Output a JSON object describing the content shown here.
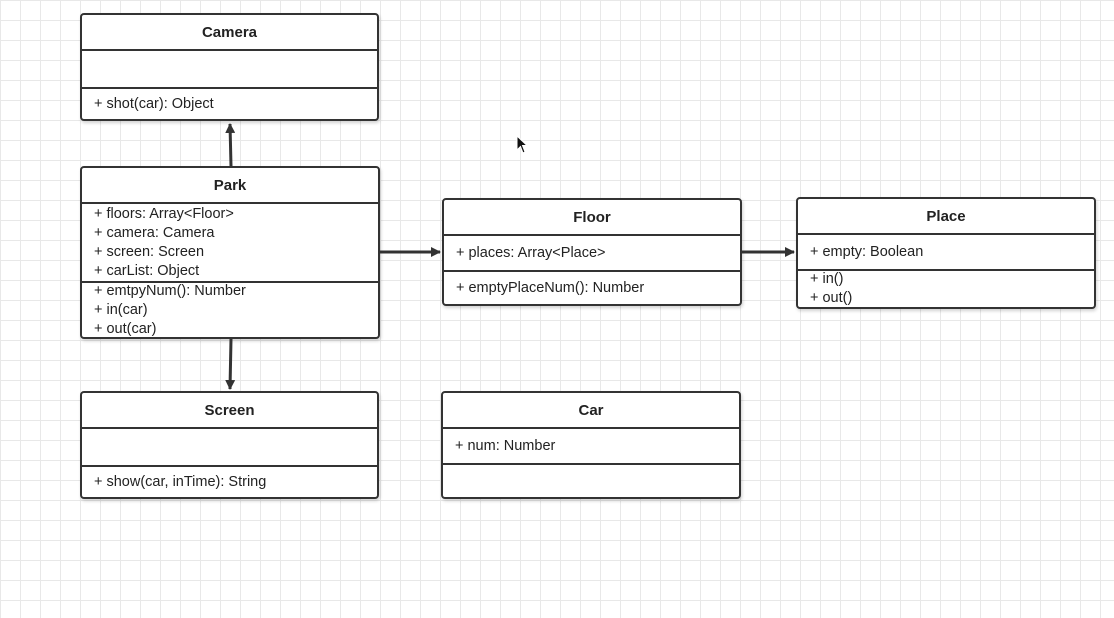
{
  "classes": {
    "camera": {
      "name": "Camera",
      "attributes": [],
      "methods": [
        "+ shot(car): Object"
      ]
    },
    "park": {
      "name": "Park",
      "attributes": [
        "+ floors: Array<Floor>",
        "+ camera: Camera",
        "+ screen: Screen",
        "+ carList: Object"
      ],
      "methods": [
        "+ emtpyNum(): Number",
        "+ in(car)",
        "+ out(car)"
      ]
    },
    "floor": {
      "name": "Floor",
      "attributes": [
        "+ places: Array<Place>"
      ],
      "methods": [
        "+ emptyPlaceNum(): Number"
      ]
    },
    "place": {
      "name": "Place",
      "attributes": [
        "+ empty: Boolean"
      ],
      "methods": [
        "+ in()",
        "+ out()"
      ]
    },
    "screen": {
      "name": "Screen",
      "attributes": [],
      "methods": [
        "+ show(car, inTime): String"
      ]
    },
    "car": {
      "name": "Car",
      "attributes": [
        "+ num: Number"
      ],
      "methods": []
    }
  },
  "relations": [
    {
      "from": "Park",
      "to": "Camera"
    },
    {
      "from": "Park",
      "to": "Screen"
    },
    {
      "from": "Park",
      "to": "Floor"
    },
    {
      "from": "Floor",
      "to": "Place"
    }
  ],
  "colors": {
    "border": "#333333",
    "grid": "#e8e8e8",
    "background": "#ffffff"
  }
}
